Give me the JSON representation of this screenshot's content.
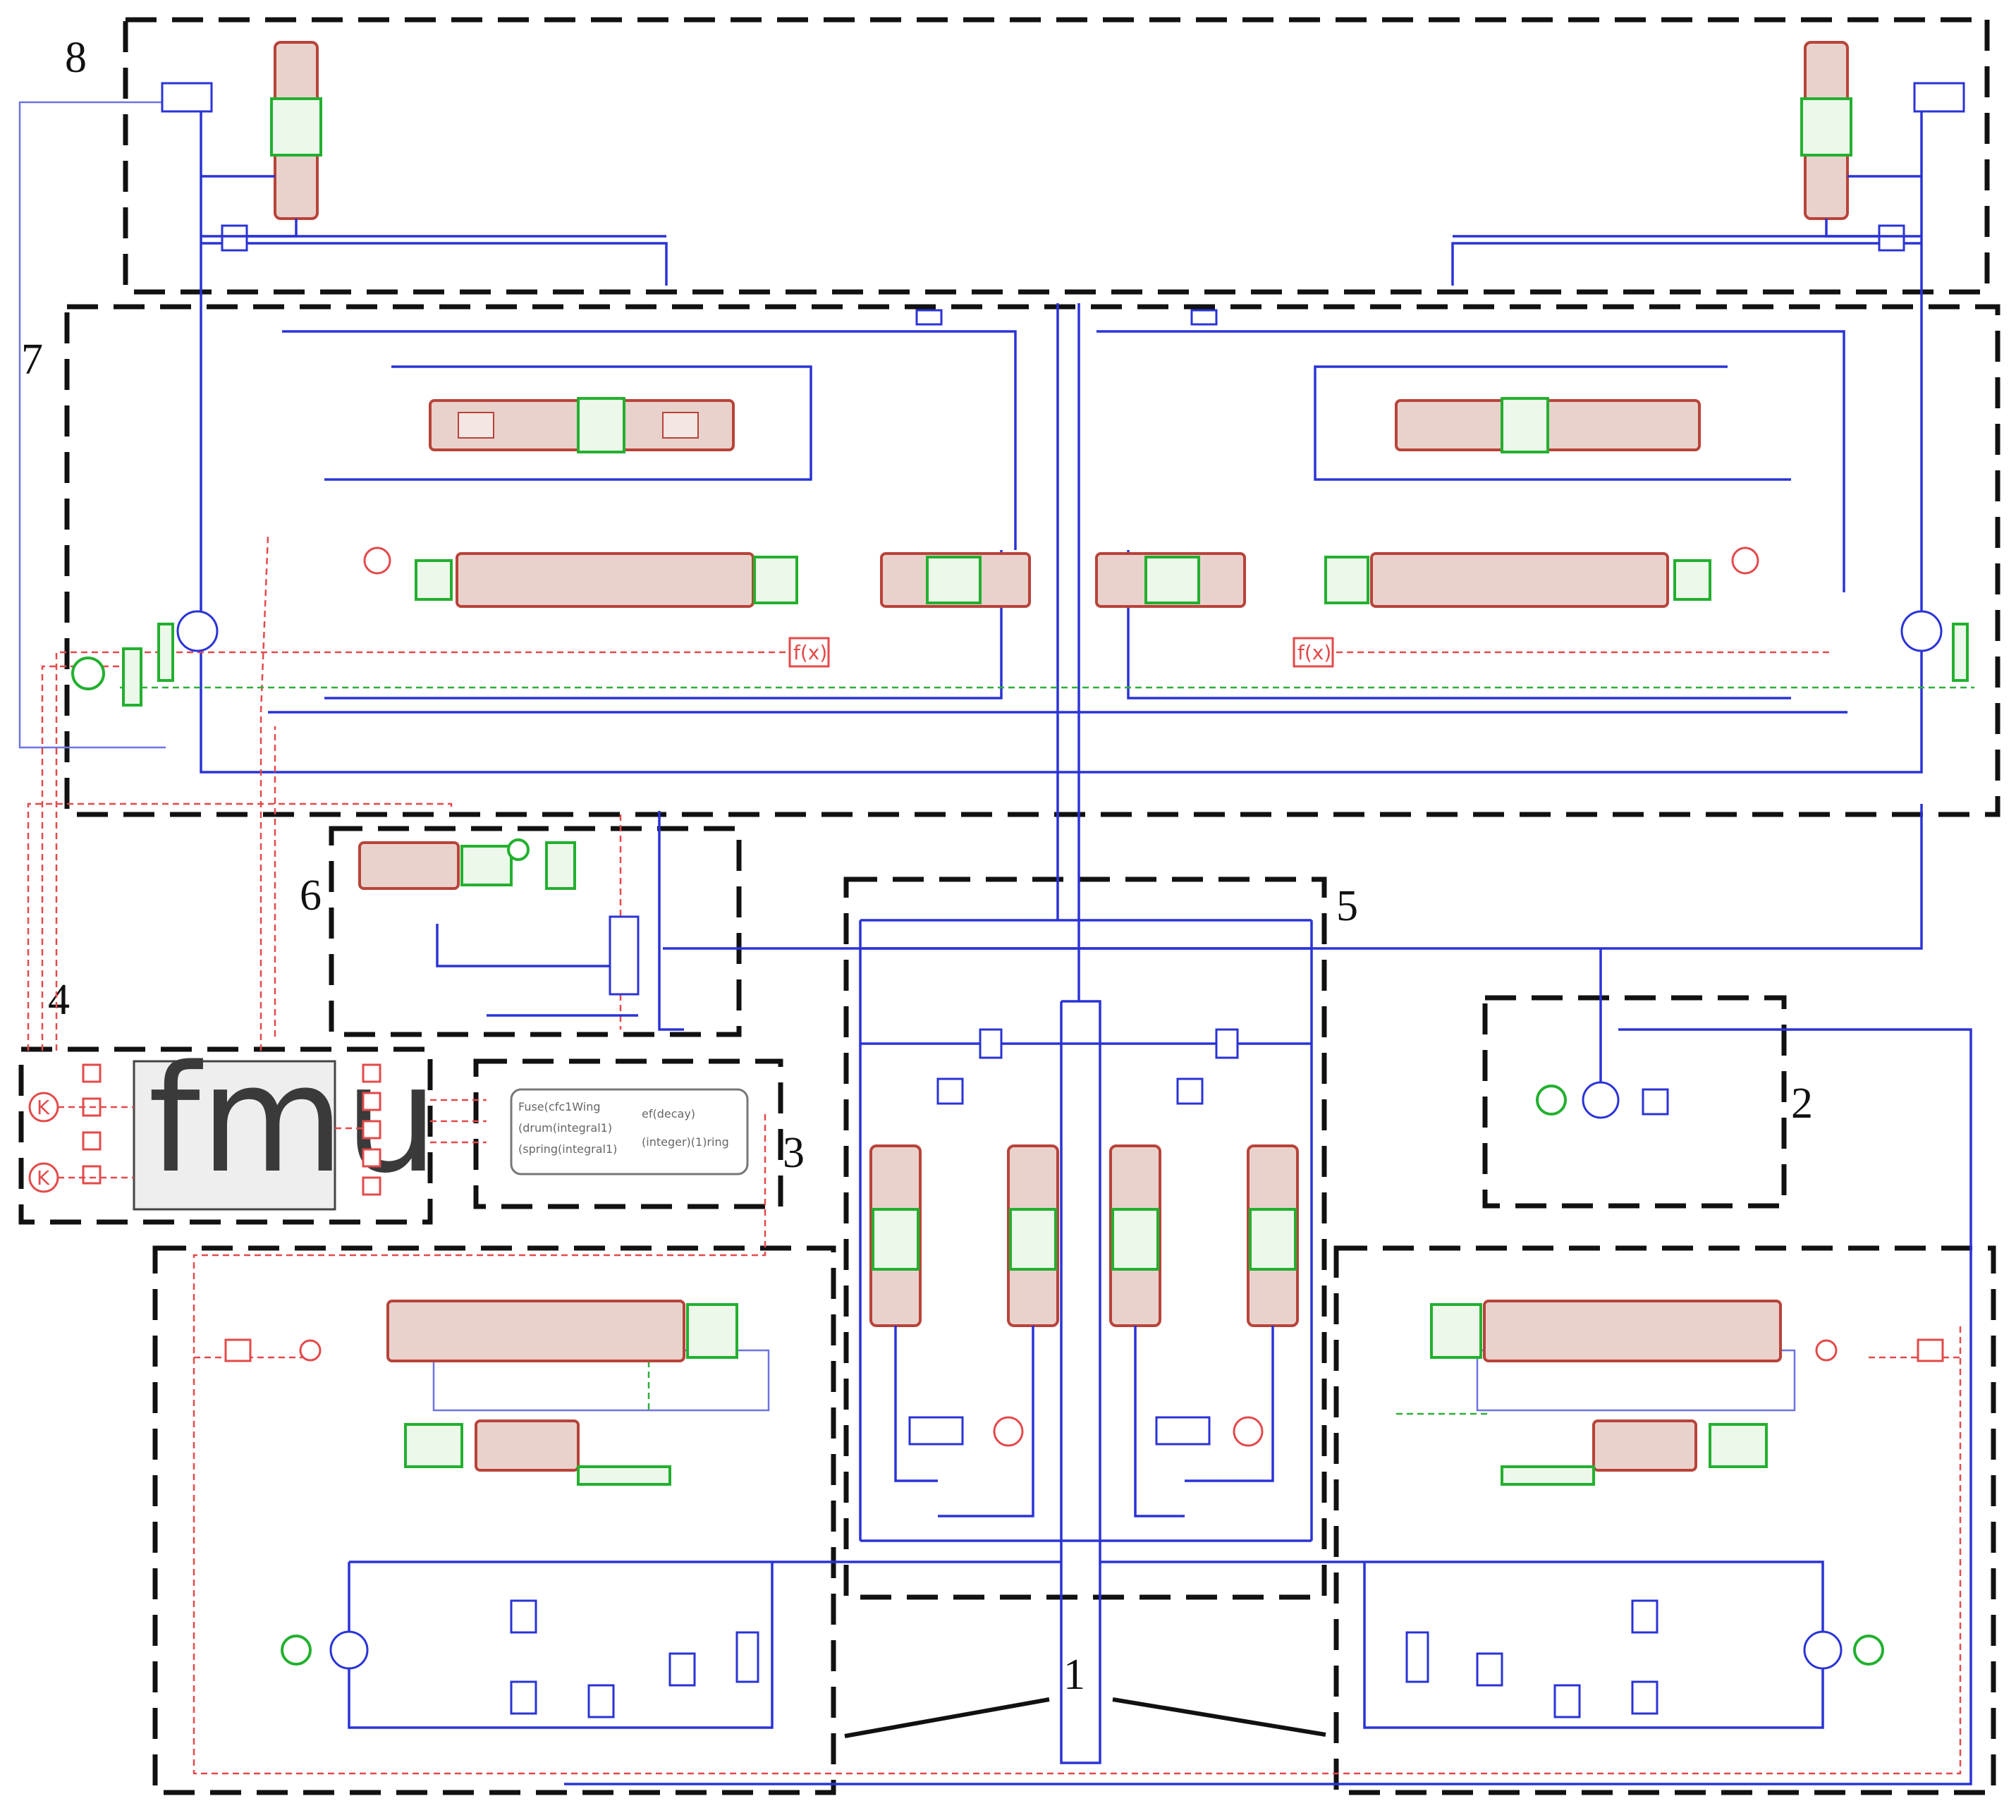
{
  "region_labels": [
    "1",
    "2",
    "3",
    "4",
    "5",
    "6",
    "7",
    "8"
  ],
  "fmu_block": {
    "label": "fmu"
  },
  "function_block": {
    "lines_left": [
      "Fuse(cfc1Wing",
      "(drum(integral1)",
      "(spring(integral1)"
    ],
    "lines_right": [
      "ef(decay)",
      "(integer)(1)ring"
    ]
  },
  "small_block_labels": {
    "func": "f(x)",
    "constant": "K"
  },
  "colors": {
    "hydraulic": "#2a33d6",
    "signal": "#e34a4a",
    "mechanical": "#23b02f",
    "valve": "#b8433a",
    "frame": "#111111"
  }
}
